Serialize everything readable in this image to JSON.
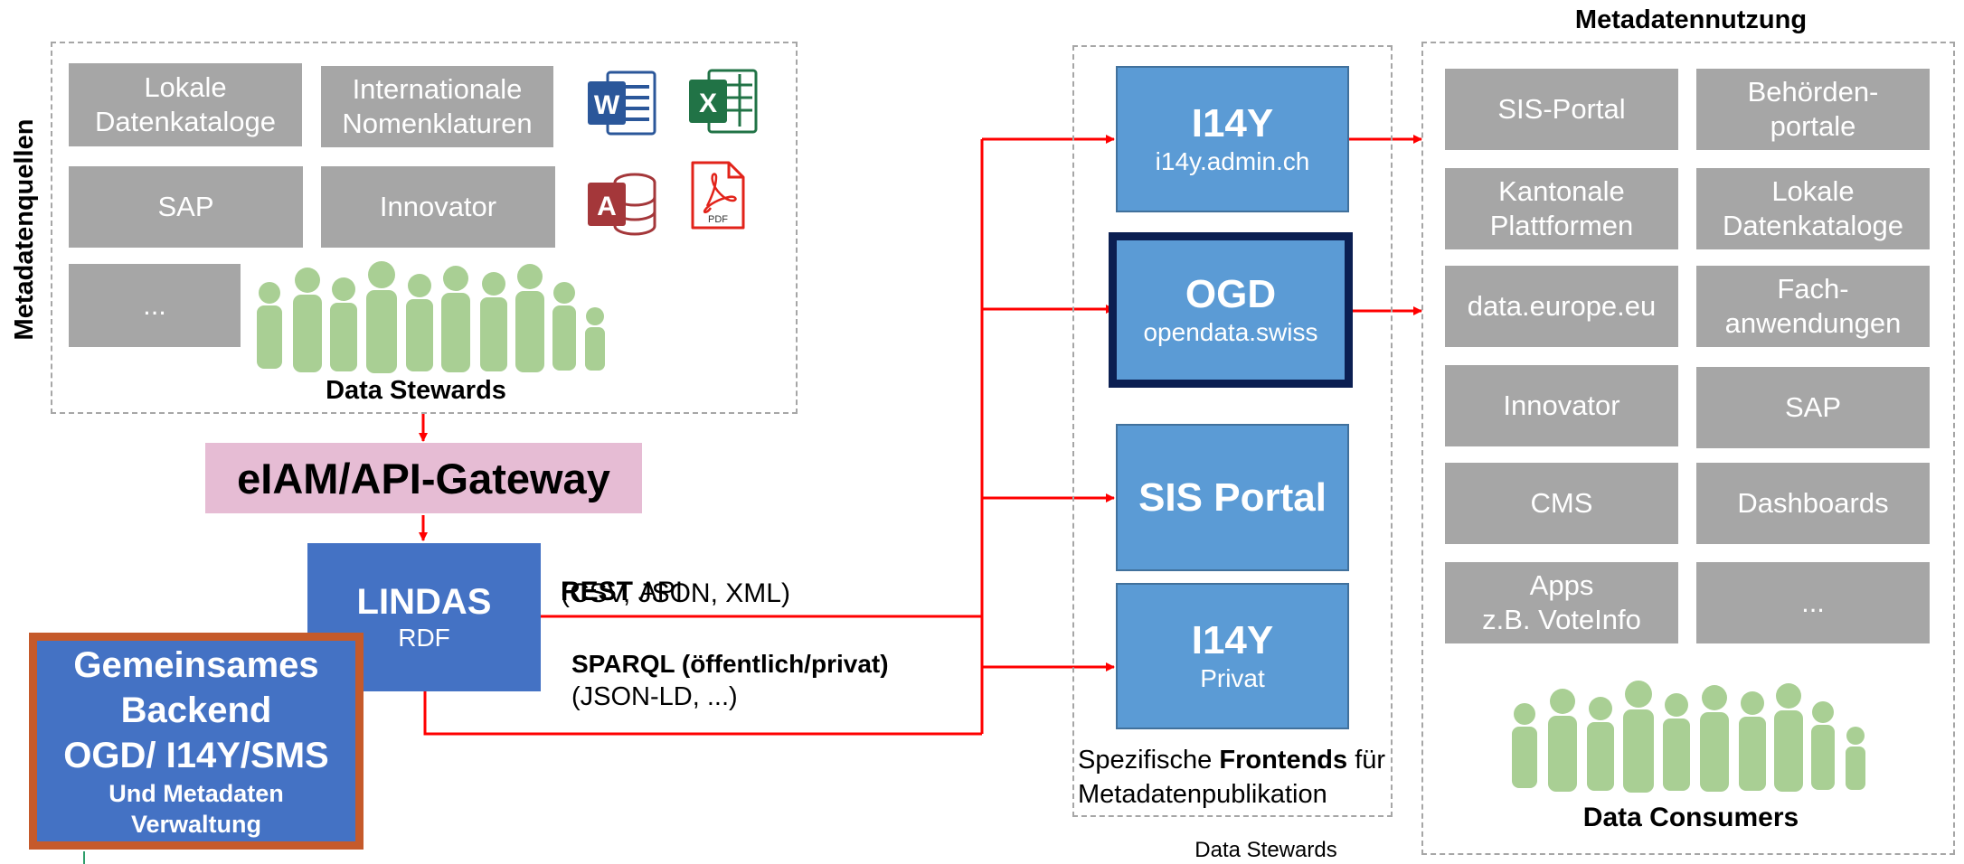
{
  "sources": {
    "side_label": "Metadatenquellen",
    "boxes": {
      "lokale": "Lokale\nDatenkataloge",
      "international": "Internationale\nNomenklaturen",
      "sap": "SAP",
      "innovator": "Innovator",
      "more": "..."
    },
    "data_stewards": "Data Stewards"
  },
  "gateway": {
    "label": "eIAM/API-Gateway"
  },
  "lindas": {
    "title": "LINDAS",
    "subtitle": "RDF"
  },
  "backend": {
    "lines": [
      "Gemeinsames",
      "Backend",
      "OGD/ I14Y/SMS"
    ],
    "sub_lines": [
      "Und Metadaten",
      "Verwaltung"
    ]
  },
  "api": {
    "rest_bold": "REST",
    "rest_rest": " API",
    "rest_formats": "(CSV, JSON, XML)",
    "sparql_bold": "SPARQL (öffentlich/privat)",
    "sparql_formats": "(JSON-LD, ...)"
  },
  "frontends": {
    "i14y": {
      "title": "I14Y",
      "sub": "i14y.admin.ch"
    },
    "ogd": {
      "title": "OGD",
      "sub": "opendata.swiss"
    },
    "sis": {
      "title": "SIS Portal"
    },
    "i14y_private": {
      "title": "I14Y",
      "sub": "Privat"
    },
    "caption_a": "Spezifische ",
    "caption_b": "Frontends",
    "caption_c": " für",
    "caption_d": "Metadatenpublikation",
    "data_stewards": "Data Stewards"
  },
  "consumers": {
    "title": "Metadatennutzung",
    "boxes": [
      "SIS-Portal",
      "Behörden-\nportale",
      "Kantonale\nPlattformen",
      "Lokale\nDatenkataloge",
      "data.europe.eu",
      "Fach-\nanwendungen",
      "Innovator",
      "SAP",
      "CMS",
      "Dashboards",
      "Apps\nz.B. VoteInfo",
      "..."
    ],
    "footer": "Data Consumers"
  },
  "icons": [
    "word-icon",
    "excel-icon",
    "access-icon",
    "pdf-icon",
    "people-group-icon"
  ],
  "colors": {
    "gray_box": "#a6a6a6",
    "blue_box": "#5b9bd5",
    "lindas_blue": "#4472c4",
    "arrow_red": "#ff0000",
    "gateway_pink": "#e6bcd4",
    "ogd_border": "#0b1f52",
    "backend_border": "#c55a2b",
    "people_green": "#a9cf94"
  }
}
